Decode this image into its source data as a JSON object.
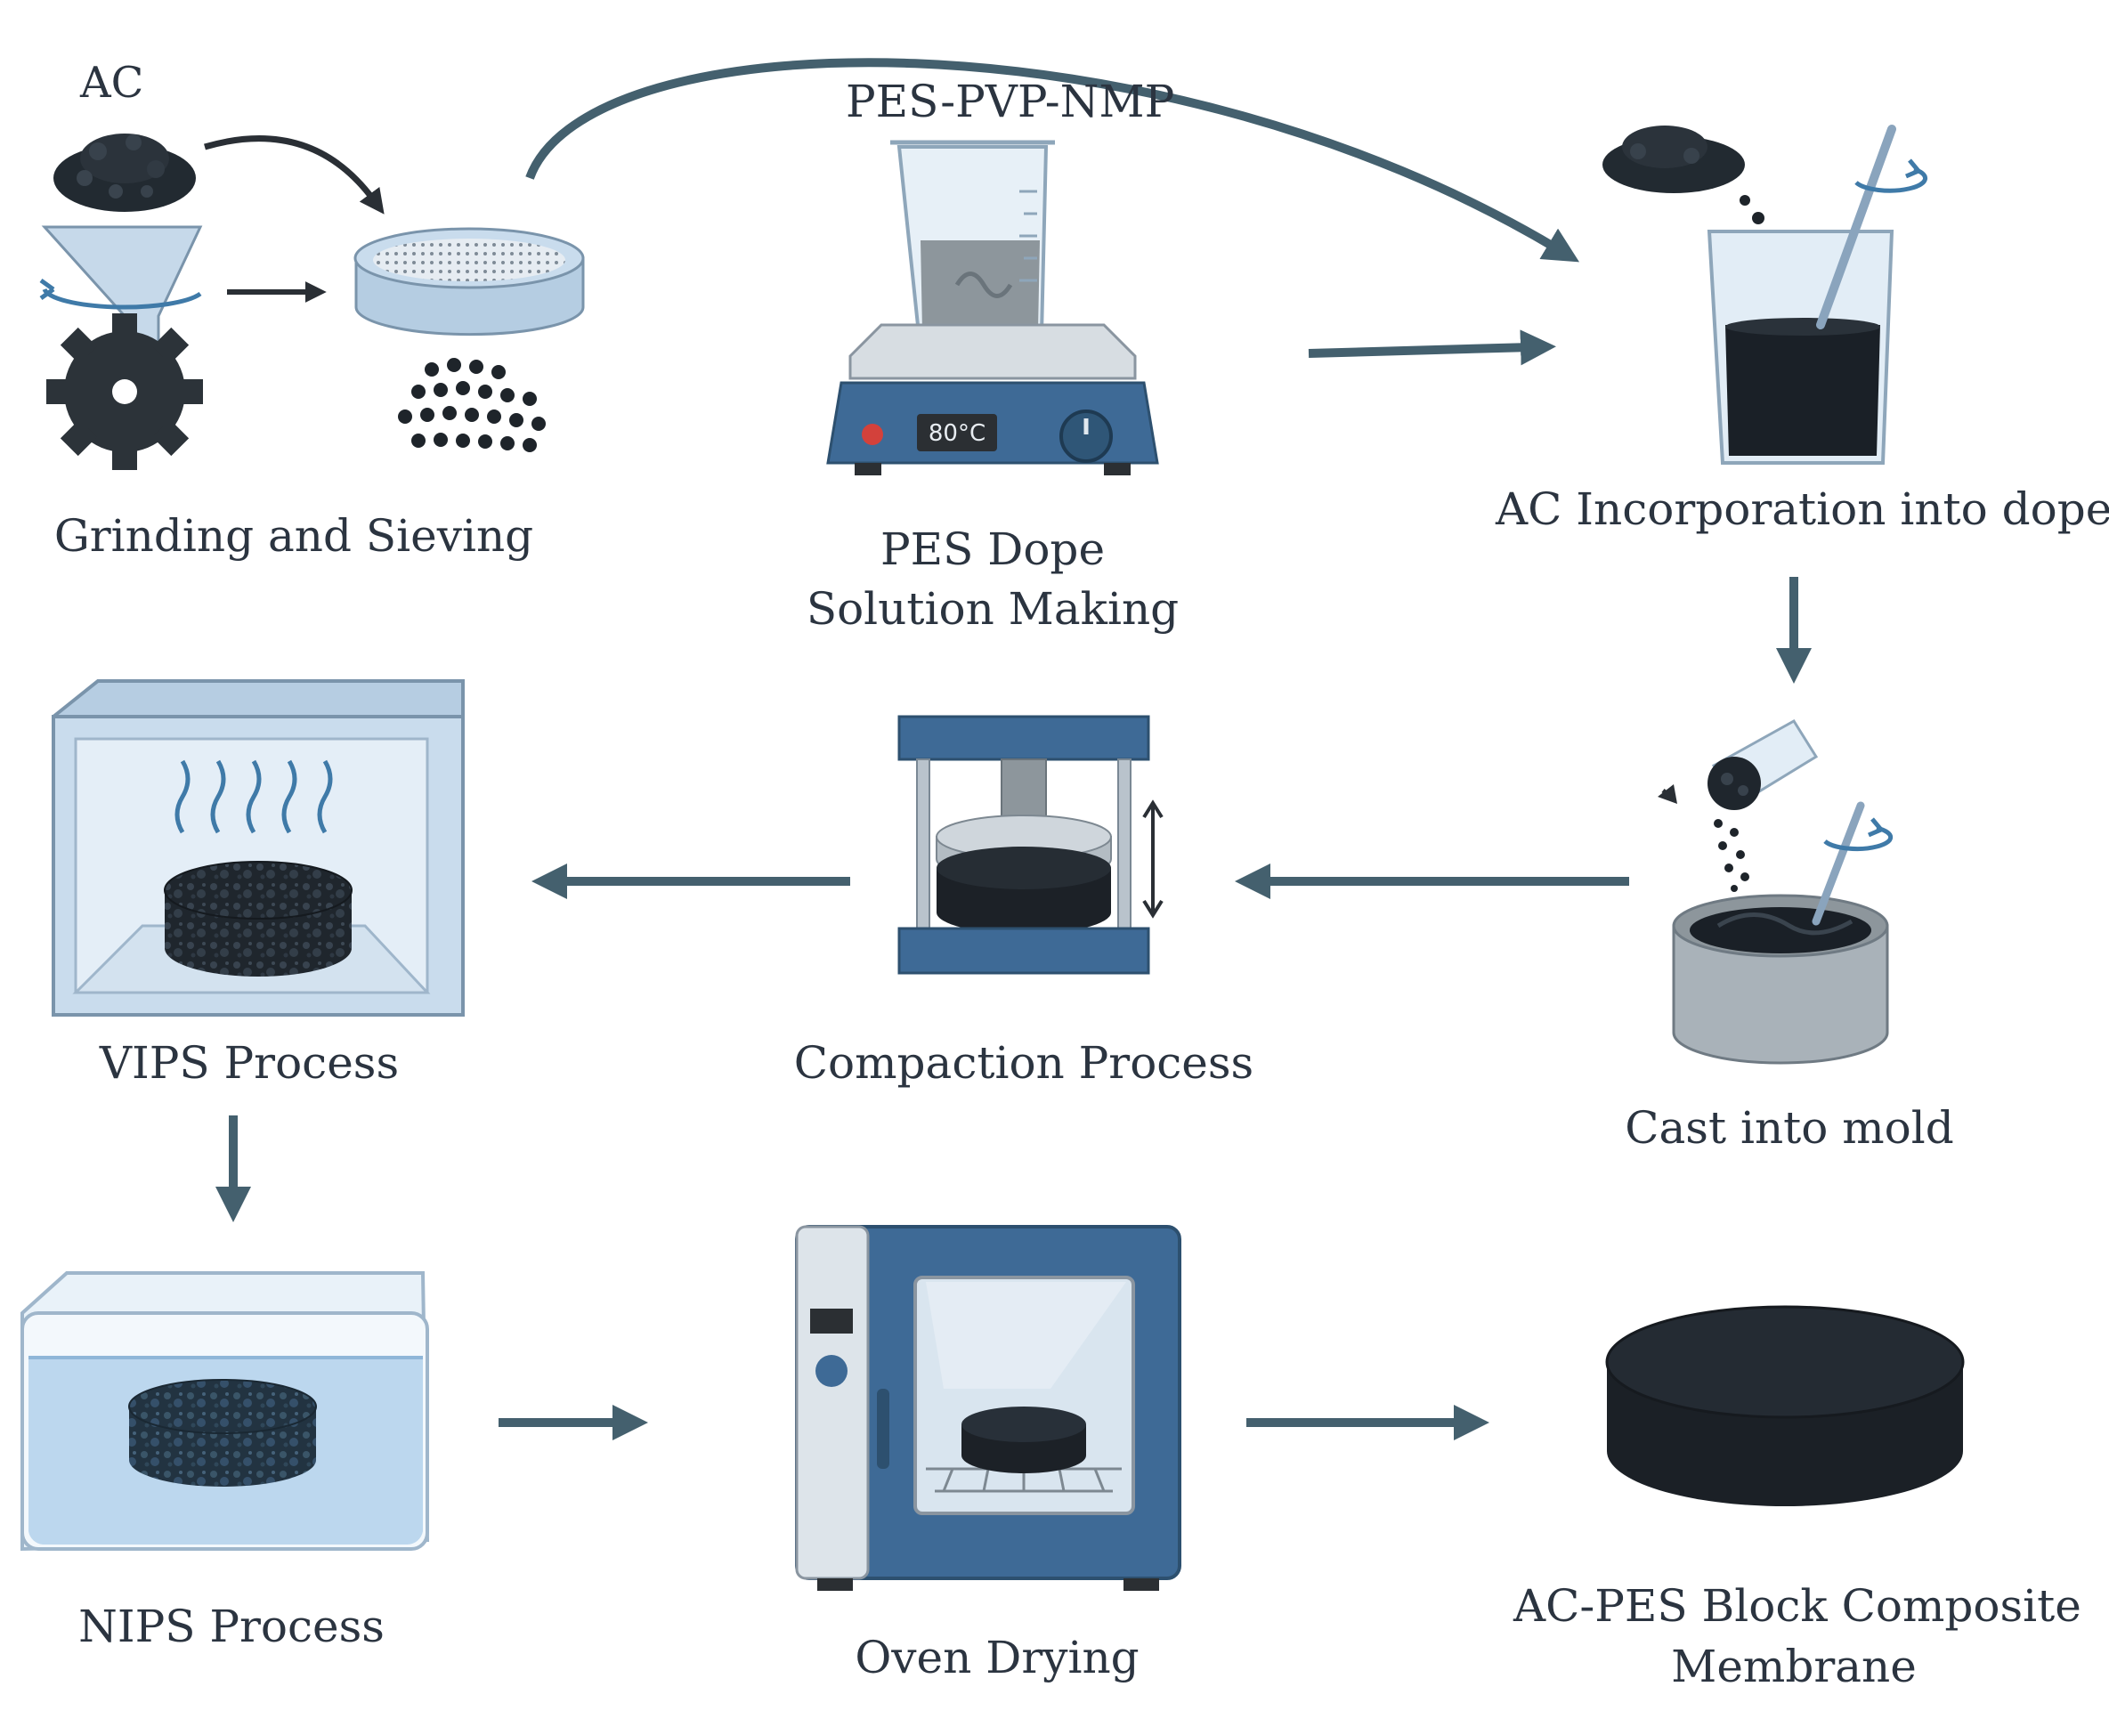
{
  "labels": {
    "ac": "AC",
    "pes_pvp_nmp": "PES-PVP-NMP",
    "hotplate_temp": "80°C",
    "grinding_sieving": "Grinding and Sieving",
    "pes_dope_line1": "PES Dope",
    "pes_dope_line2": "Solution Making",
    "ac_incorporation": "AC Incorporation into dope",
    "vips": "VIPS Process",
    "compaction": "Compaction Process",
    "cast_mold": "Cast into mold",
    "nips": "NIPS Process",
    "oven_drying": "Oven Drying",
    "final_line1": "AC-PES Block Composite",
    "final_line2": "Membrane"
  },
  "colors": {
    "arrow": "#44606e",
    "text": "#2b3440",
    "steel_blue": "#3e6a96",
    "light_blue": "#c9ddef",
    "glass": "#dbe9f4",
    "carbon": "#1c2127"
  }
}
